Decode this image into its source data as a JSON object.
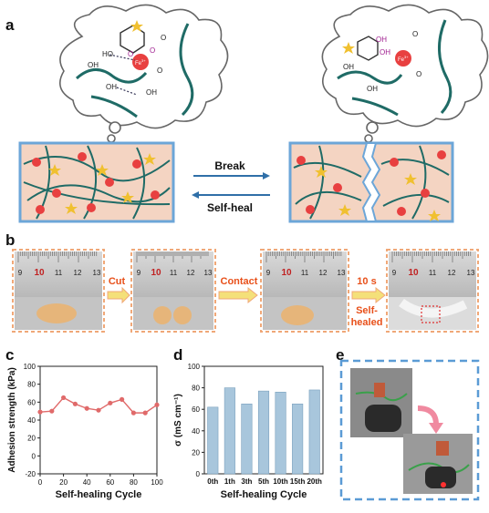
{
  "panels": {
    "a": {
      "label": "a",
      "forward": "Break",
      "backward": "Self-heal",
      "atoms": {
        "o": "O",
        "ho": "HO",
        "oh": "OH",
        "fe": "Fe",
        "fe_charge": "3+"
      }
    },
    "b": {
      "label": "b",
      "steps": [
        "Cut",
        "Contact",
        "10 s",
        "Self-\nhealed"
      ],
      "ruler_numbers": [
        "9",
        "10",
        "11",
        "12",
        "13"
      ]
    },
    "c": {
      "label": "c"
    },
    "d": {
      "label": "d"
    },
    "e": {
      "label": "e"
    }
  },
  "colors": {
    "cloud_outline": "#666666",
    "network_strand": "#1f6b66",
    "gel_fill": "#f4d4c2",
    "gel_border": "#6ca6d8",
    "ruler_frame": "#f0a878",
    "red_sphere": "#e84040",
    "star": "#f0c030",
    "bar_fill": "#a8c6dc",
    "line_color": "#e06a6a",
    "accent_orange": "#e8501a",
    "dashed_blue": "#5b9bd5"
  },
  "watermark": "",
  "chart_data": [
    {
      "type": "line",
      "panel": "c",
      "title": "",
      "xlabel": "Self-healing Cycle",
      "ylabel": "Adhesion strength (kPa)",
      "xlim": [
        0,
        100
      ],
      "ylim": [
        -20,
        100
      ],
      "xticks": [
        0,
        20,
        40,
        60,
        80,
        100
      ],
      "yticks": [
        -20,
        0,
        20,
        40,
        60,
        80,
        100
      ],
      "x": [
        0,
        10,
        20,
        30,
        40,
        50,
        60,
        70,
        80,
        90,
        100
      ],
      "y": [
        49,
        50,
        65,
        58,
        53,
        51,
        59,
        63,
        48,
        48,
        57
      ],
      "grid": false
    },
    {
      "type": "bar",
      "panel": "d",
      "title": "",
      "xlabel": "Self-healing Cycle",
      "ylabel": "σ (mS cm⁻¹)",
      "categories": [
        "0th",
        "1th",
        "3th",
        "5th",
        "10th",
        "15th",
        "20th"
      ],
      "values": [
        62,
        80,
        65,
        77,
        76,
        65,
        78
      ],
      "ylim": [
        0,
        100
      ],
      "yticks": [
        0,
        20,
        40,
        60,
        80,
        100
      ],
      "grid": false
    }
  ]
}
